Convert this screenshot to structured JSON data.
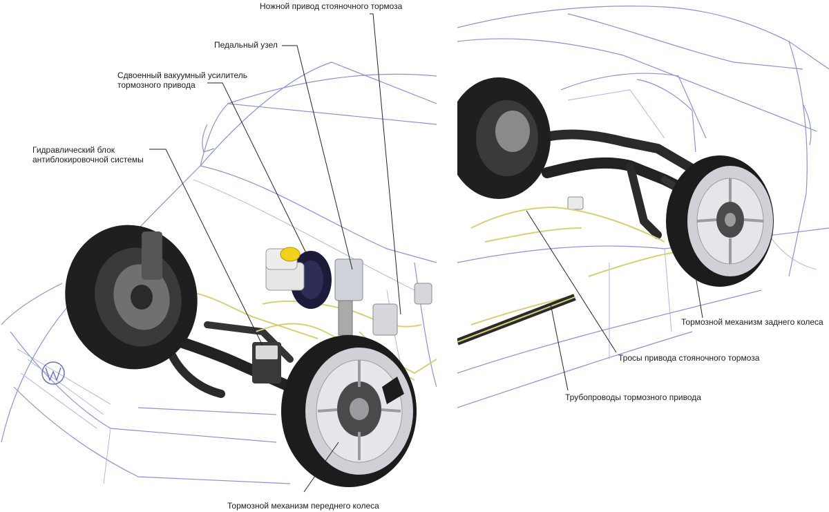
{
  "labels": {
    "parking_brake_pedal": "Ножной привод стояночного тормоза",
    "pedal_assembly": "Педальный узел",
    "vacuum_booster": "Сдвоенный вакуумный усилитель\nтормозного привода",
    "abs_unit": "Гидравлический блок\nантиблокировочной системы",
    "front_brake": "Тормозной механизм переднего колеса",
    "rear_brake": "Тормозной механизм заднего колеса",
    "parking_cables": "Тросы привода стояночного тормоза",
    "brake_lines": "Трубопроводы тормозного привода"
  },
  "colors": {
    "car_outline": "#8a92cf",
    "tire": "#1e1e1e",
    "rim": "#c9ccd2",
    "subframe": "#2a2a2a",
    "brake_pipes": "#d6cf7a",
    "reservoir_cap": "#f2d21b",
    "leader_lines": "#222222"
  }
}
